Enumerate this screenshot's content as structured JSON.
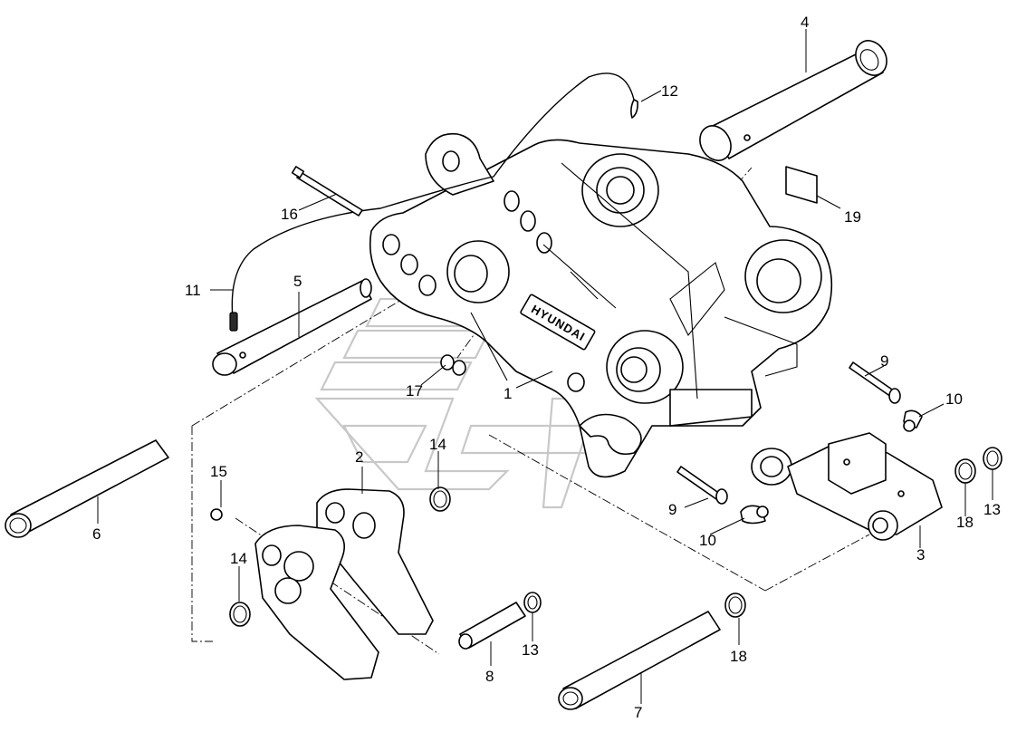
{
  "brand": "HYUNDAI",
  "callouts": [
    {
      "id": "c1",
      "text": "1"
    },
    {
      "id": "c2",
      "text": "2"
    },
    {
      "id": "c3",
      "text": "3"
    },
    {
      "id": "c4",
      "text": "4"
    },
    {
      "id": "c5",
      "text": "5"
    },
    {
      "id": "c6",
      "text": "6"
    },
    {
      "id": "c7",
      "text": "7"
    },
    {
      "id": "c8",
      "text": "8"
    },
    {
      "id": "c9a",
      "text": "9"
    },
    {
      "id": "c9b",
      "text": "9"
    },
    {
      "id": "c10a",
      "text": "10"
    },
    {
      "id": "c10b",
      "text": "10"
    },
    {
      "id": "c11",
      "text": "11"
    },
    {
      "id": "c12",
      "text": "12"
    },
    {
      "id": "c13a",
      "text": "13"
    },
    {
      "id": "c13b",
      "text": "13"
    },
    {
      "id": "c14a",
      "text": "14"
    },
    {
      "id": "c14b",
      "text": "14"
    },
    {
      "id": "c15",
      "text": "15"
    },
    {
      "id": "c16",
      "text": "16"
    },
    {
      "id": "c17",
      "text": "17"
    },
    {
      "id": "c18a",
      "text": "18"
    },
    {
      "id": "c18b",
      "text": "18"
    },
    {
      "id": "c19",
      "text": "19"
    }
  ]
}
